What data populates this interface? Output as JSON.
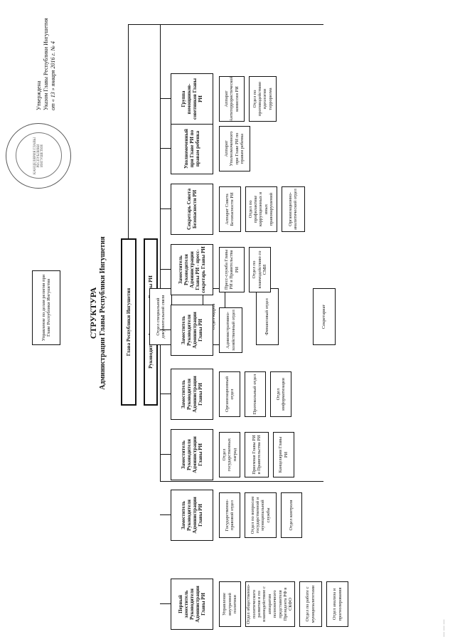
{
  "approval": {
    "line1": "Утверждена",
    "line2": "Указом Главы Республики Ингушетия",
    "line3": "от « 13 » января 2016 г. № 4"
  },
  "seal": {
    "text": "КАНЦЕЛЯРИЯ ГЛАВЫ РЕСПУБЛИКИ ИНГУШЕТИЯ"
  },
  "title": {
    "line1": "СТРУКТУРА",
    "line2": "Администрации Главы Республики Ингушетия"
  },
  "top": {
    "head": "Глава Республики Ингушетия",
    "admin_head": "Руководитель Администрации Главы РИ"
  },
  "columns": [
    {
      "head": "Первый заместитель Руководителя Администрации Главы РИ",
      "items": [
        "Управление внутренней политики",
        "Отдел общественно-политического развития и по взаимодействию с аппаратом полномочного представителя Президента РФ в СКФО",
        "Отдел по работе с муниципалитетами",
        "Отдел анализа и прогнозирования"
      ]
    },
    {
      "head": "Заместитель Руководителя Администрации Главы РИ",
      "items": [
        "Государственно-правовой отдел",
        "Отдел по вопросам государственной и муниципальной службы",
        "Отдел контроля"
      ]
    },
    {
      "head": "Заместитель Руководителя Администрации Главы РИ",
      "items": [
        "Отдел государственных наград",
        "Приемная Главы РИ и Правительства РИ",
        "Канцелярия Главы РИ"
      ]
    },
    {
      "head": "Заместитель Руководителя Администрации Главы РИ",
      "items": [
        "Организационный отдел",
        "Протокольный отдел",
        "Отдел информатизации"
      ]
    },
    {
      "head": "Заместитель Руководителя Администрации Главы РИ",
      "items": [
        "Административно-хозяйственный отдел"
      ]
    },
    {
      "head": "Заместитель Руководителя Администрации Главы РИ - пресс-секретарь Главы РИ",
      "items": [
        "Пресс-служба Главы РИ и Правительства РИ",
        "Отдел по взаимодействию со СМИ"
      ]
    },
    {
      "head": "Секретарь Совета Безопасности РИ",
      "items": [
        "Аппарат Совета Безопасности РИ",
        "Отдел по профилактике коррупционных и иных правонарушений",
        "Организационно-аналитический отдел"
      ]
    },
    {
      "head": "Уполномоченный при Главе РИ по правам ребенка",
      "items": [
        "Аппарат Уполномоченного при Главе РИ по правам ребенка"
      ]
    },
    {
      "head": "Группа помощников-советников Главы РИ",
      "items": [
        "Аппарат Антитеррористической комиссии РИ",
        "Отдел по противодействию идеологии терроризма"
      ]
    }
  ],
  "bottom_row": [
    "Секретариат",
    "Финансовый отдел",
    "Отдел кадров",
    "Отдел специальной документальной связи",
    "Управление по делам религии при Главе Республики Ингушетия"
  ]
}
